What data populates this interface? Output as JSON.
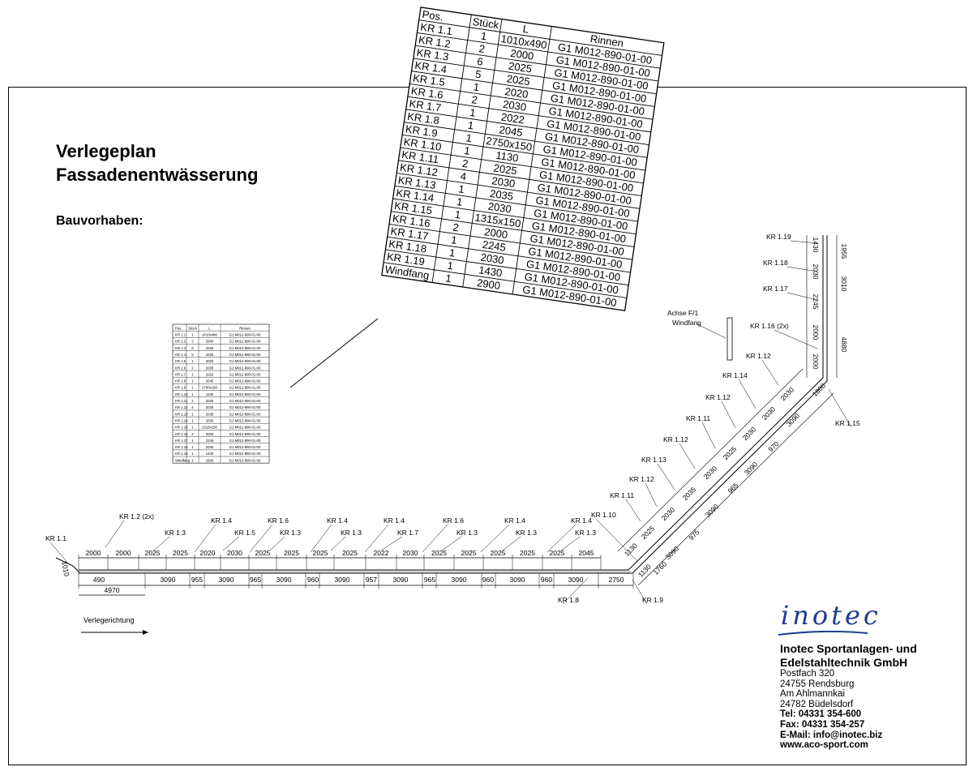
{
  "title_line1": "Verlegeplan",
  "title_line2": "Fassadenentwässerung",
  "subtitle": "Bauvorhaben:",
  "table": {
    "headers": [
      "Pos.",
      "Stück",
      "L",
      "Rinnen"
    ],
    "rows": [
      [
        "KR 1.1",
        "1",
        "1010x490",
        "G1 M012-890-01-00"
      ],
      [
        "KR 1.2",
        "2",
        "2000",
        "G1 M012-890-01-00"
      ],
      [
        "KR 1.3",
        "6",
        "2025",
        "G1 M012-890-01-00"
      ],
      [
        "KR 1.4",
        "5",
        "2025",
        "G1 M012-890-01-00"
      ],
      [
        "KR 1.5",
        "1",
        "2020",
        "G1 M012-890-01-00"
      ],
      [
        "KR 1.6",
        "2",
        "2030",
        "G1 M012-890-01-00"
      ],
      [
        "KR 1.7",
        "1",
        "2022",
        "G1 M012-890-01-00"
      ],
      [
        "KR 1.8",
        "1",
        "2045",
        "G1 M012-890-01-00"
      ],
      [
        "KR 1.9",
        "1",
        "2750x150",
        "G1 M012-890-01-00"
      ],
      [
        "KR 1.10",
        "1",
        "1130",
        "G1 M012-890-01-00"
      ],
      [
        "KR 1.11",
        "2",
        "2025",
        "G1 M012-890-01-00"
      ],
      [
        "KR 1.12",
        "4",
        "2030",
        "G1 M012-890-01-00"
      ],
      [
        "KR 1.13",
        "1",
        "2035",
        "G1 M012-890-01-00"
      ],
      [
        "KR 1.14",
        "1",
        "2030",
        "G1 M012-890-01-00"
      ],
      [
        "KR 1.15",
        "1",
        "1315x150",
        "G1 M012-890-01-00"
      ],
      [
        "KR 1.16",
        "2",
        "2000",
        "G1 M012-890-01-00"
      ],
      [
        "KR 1.17",
        "1",
        "2245",
        "G1 M012-890-01-00"
      ],
      [
        "KR 1.18",
        "1",
        "2030",
        "G1 M012-890-01-00"
      ],
      [
        "KR 1.19",
        "1",
        "1430",
        "G1 M012-890-01-00"
      ],
      [
        "Windfang",
        "1",
        "2900",
        "G1 M012-890-01-00"
      ]
    ]
  },
  "drawing": {
    "straight_labels": [
      {
        "text": "KR 1.1"
      },
      {
        "text": "KR 1.2 (2x)"
      },
      {
        "text": "KR 1.3"
      },
      {
        "text": "KR 1.4"
      },
      {
        "text": "KR 1.5"
      },
      {
        "text": "KR 1.6"
      },
      {
        "text": "KR 1.3"
      },
      {
        "text": "KR 1.4"
      },
      {
        "text": "KR 1.3"
      },
      {
        "text": "KR 1.4"
      },
      {
        "text": "KR 1.7"
      },
      {
        "text": "KR 1.6"
      },
      {
        "text": "KR 1.3"
      },
      {
        "text": "KR 1.4"
      },
      {
        "text": "KR 1.3"
      },
      {
        "text": "KR 1.4"
      },
      {
        "text": "KR 1.3"
      },
      {
        "text": "KR 1.10"
      },
      {
        "text": "KR 1.8"
      },
      {
        "text": "KR 1.9"
      }
    ],
    "top_dims": [
      "2000",
      "2000",
      "2025",
      "2025",
      "2020",
      "2030",
      "2025",
      "2025",
      "2025",
      "2025",
      "2022",
      "2030",
      "2025",
      "2025",
      "2025",
      "2025",
      "2025",
      "2045"
    ],
    "bottom_dims": [
      "490",
      "3090",
      "955",
      "3090",
      "965",
      "3090",
      "960",
      "3090",
      "957",
      "3090",
      "965",
      "3090",
      "960",
      "3090",
      "960",
      "3090",
      "2750"
    ],
    "overall_dim": "4970",
    "left_small_dim": "1010",
    "diagonal_labels": [
      "KR 1.11",
      "KR 1.12",
      "KR 1.13",
      "KR 1.12",
      "KR 1.11",
      "KR 1.12",
      "KR 1.14",
      "KR 1.12",
      "KR 1.15"
    ],
    "diagonal_dims": [
      "1130",
      "2025",
      "2030",
      "2035",
      "2030",
      "2025",
      "2030",
      "2030",
      "2030"
    ],
    "diagonal_bottom_dims": [
      "1130",
      "1760",
      "3090",
      "975",
      "3090",
      "965",
      "3090",
      "970",
      "3090",
      "1800"
    ],
    "vertical_labels": [
      "KR 1.19",
      "KR 1.18",
      "KR 1.17",
      "KR 1.16 (2x)"
    ],
    "vertical_dims": [
      "1430",
      "2030",
      "2245",
      "2000",
      "2000"
    ],
    "vertical_right_dims": [
      "1955",
      "3010",
      "4880"
    ],
    "windfang_label_1": "Achse F/1",
    "windfang_label_2": "Windfang",
    "direction_label": "Verlegerichtung"
  },
  "brand": "inotec",
  "company_line1": "Inotec Sportanlagen- und",
  "company_line2": "Edelstahltechnik GmbH",
  "address": [
    {
      "text": "Postfach 320",
      "bold": false
    },
    {
      "text": "24755 Rendsburg",
      "bold": false
    },
    {
      "text": "Am Ahlmannkai",
      "bold": false
    },
    {
      "text": "24782 Büdelsdorf",
      "bold": false
    },
    {
      "text": "Tel: 04331 354-600",
      "bold": true
    },
    {
      "text": "Fax: 04331 354-257",
      "bold": true
    },
    {
      "text": "E-Mail: info@inotec.biz",
      "bold": true
    },
    {
      "text": "www.aco-sport.com",
      "bold": true
    }
  ],
  "colors": {
    "brand": "#1c3b8c",
    "line": "#000000"
  }
}
